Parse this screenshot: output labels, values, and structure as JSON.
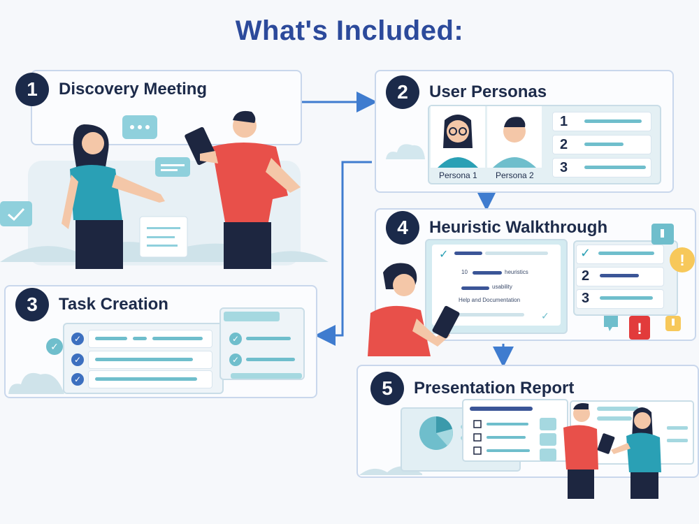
{
  "title": "What's Included:",
  "steps": [
    {
      "number": "1",
      "label": "Discovery Meeting"
    },
    {
      "number": "2",
      "label": "User Personas"
    },
    {
      "number": "3",
      "label": "Task Creation"
    },
    {
      "number": "4",
      "label": "Heuristic Walkthrough"
    },
    {
      "number": "5",
      "label": "Presentation Report"
    }
  ],
  "personas": {
    "labels": [
      "Persona 1",
      "Persona 2"
    ],
    "list_numbers": [
      "1",
      "2",
      "3"
    ]
  },
  "heuristics": {
    "lines": [
      "10",
      "heuristics",
      "usability",
      "Help and Documentation"
    ],
    "list_numbers": [
      "2",
      "3"
    ],
    "alert": "!"
  },
  "colors": {
    "title": "#2c4a9b",
    "accent_teal": "#6fbecc",
    "shirt_red": "#e8504a",
    "shirt_teal": "#2aa0b5",
    "arrow": "#3f7ccf"
  }
}
